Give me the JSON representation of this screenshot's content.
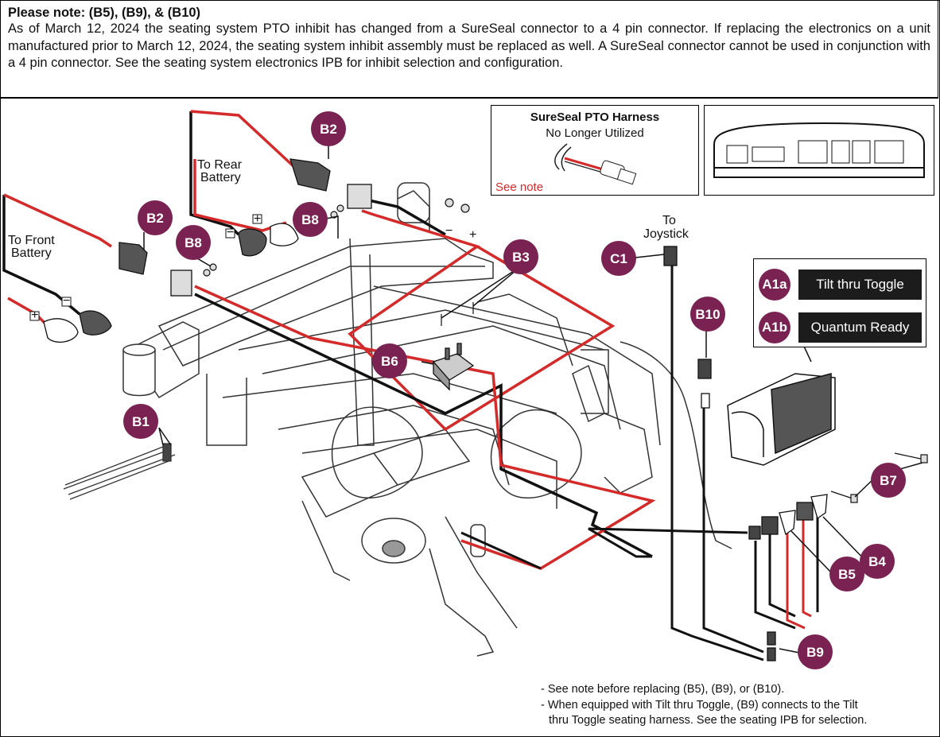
{
  "note": {
    "title": "Please note: (B5), (B9), & (B10)",
    "body": "As of March 12, 2024 the seating system PTO inhibit has changed from a SureSeal connector to a 4 pin connector. If replacing the electronics on a unit manufactured prior to March 12, 2024, the seating system inhibit assembly must be replaced as well. A SureSeal connector cannot be used in conjunction with a 4 pin connector. See the seating system electronics IPB for inhibit selection and configuration."
  },
  "pto_harness": {
    "title": "SureSeal PTO Harness",
    "subtitle": "No Longer Utilized",
    "note": "See note"
  },
  "legend": [
    {
      "code": "A1a",
      "text": "Tilt thru Toggle"
    },
    {
      "code": "A1b",
      "text": "Quantum Ready"
    }
  ],
  "labels": {
    "rear_battery_1": "To Rear",
    "rear_battery_2": "Battery",
    "front_battery_1": "To Front",
    "front_battery_2": "Battery",
    "joystick_1": "To",
    "joystick_2": "Joystick",
    "plus": "+",
    "minus": "−"
  },
  "callouts": {
    "b1": "B1",
    "b2_rear": "B2",
    "b2_front": "B2",
    "b3": "B3",
    "b4": "B4",
    "b5": "B5",
    "b6": "B6",
    "b7": "B7",
    "b8_rear": "B8",
    "b8_front": "B8",
    "b9": "B9",
    "b10": "B10",
    "c1": "C1"
  },
  "footnotes": [
    "- See note before replacing (B5), (B9), or (B10).",
    "- When equipped with Tilt thru Toggle, (B9) connects to the Tilt",
    "thru Toggle seating harness. See the seating IPB for selection."
  ],
  "colors": {
    "callout": "#7a2251",
    "red_wire": "#d42a2a",
    "black_wire": "#111111"
  }
}
